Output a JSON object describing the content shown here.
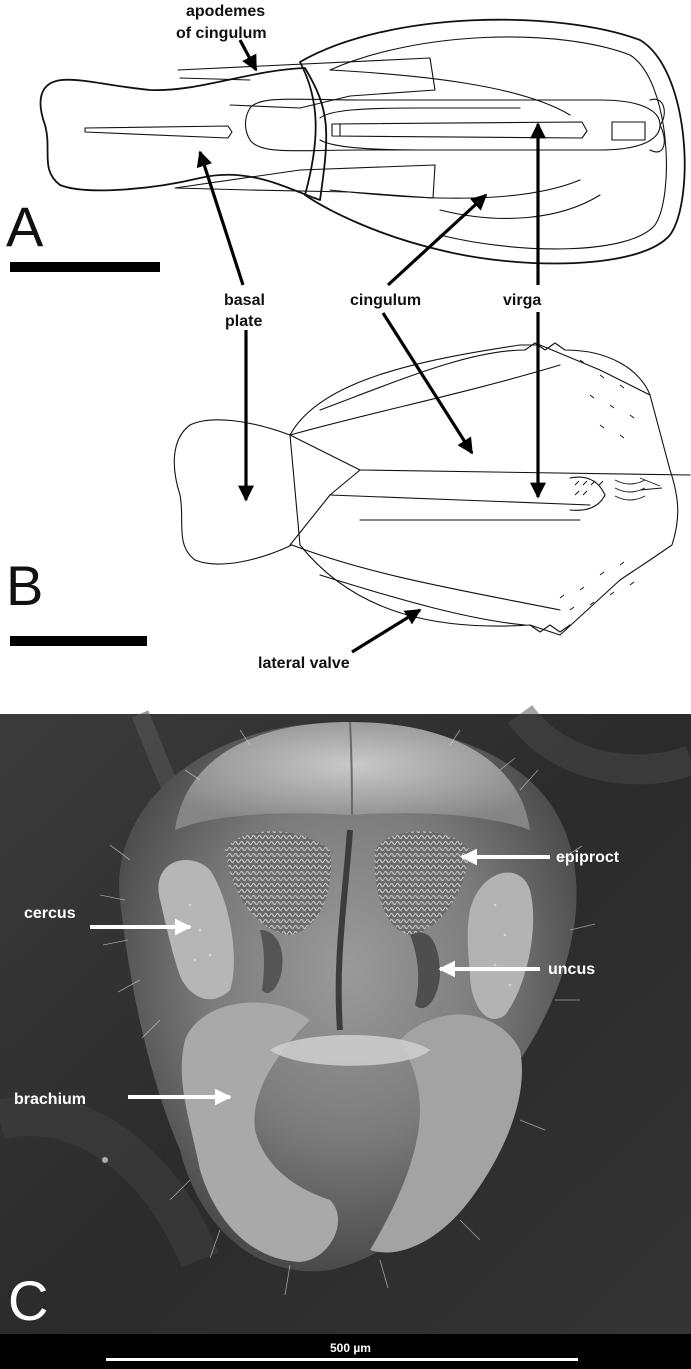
{
  "panels": {
    "a": "A",
    "b": "B",
    "c": "C"
  },
  "labels": {
    "apodemes_line1": "apodemes",
    "apodemes_line2": "of cingulum",
    "basal_line1": "basal",
    "basal_line2": "plate",
    "cingulum": "cingulum",
    "virga": "virga",
    "lateral_valve": "lateral valve",
    "epiproct": "epiproct",
    "cercus": "cercus",
    "uncus": "uncus",
    "brachium": "brachium"
  },
  "scale_bar_c": "500 µm",
  "colors": {
    "ink": "#111111",
    "sem_background": "#2e2e2e",
    "sem_highlight": "#d8d8d8",
    "arrow_white": "#ffffff"
  }
}
